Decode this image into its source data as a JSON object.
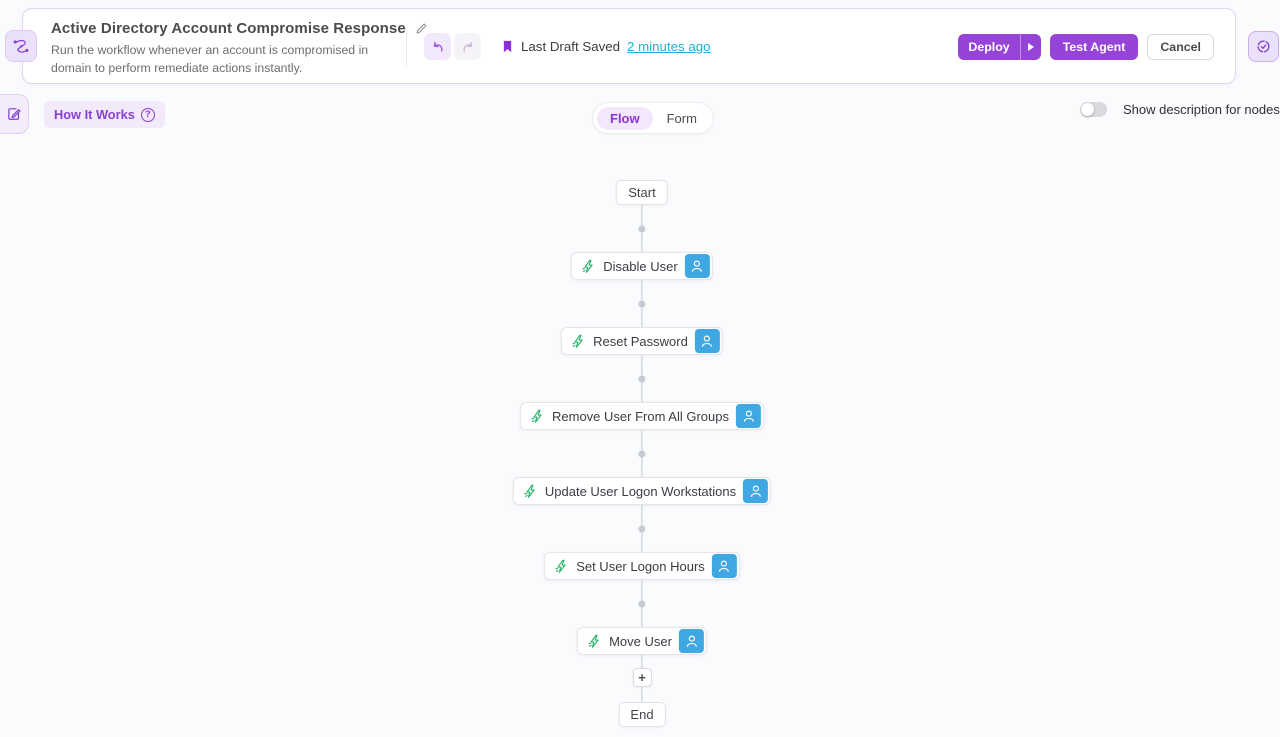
{
  "header": {
    "title": "Active Directory Account Compromise Response",
    "subtitle": "Run the workflow whenever an account is compromised in domain to perform remediate actions instantly.",
    "last_draft_label": "Last Draft Saved",
    "last_draft_time": "2 minutes ago",
    "deploy_label": "Deploy",
    "test_agent_label": "Test Agent",
    "cancel_label": "Cancel"
  },
  "toolbar": {
    "how_it_works_label": "How It Works",
    "question_mark": "?",
    "view_tabs": [
      {
        "label": "Flow"
      },
      {
        "label": "Form"
      }
    ],
    "active_tab": "Flow",
    "show_description_label": "Show description for nodes",
    "show_description_on": false
  },
  "flow": {
    "start_label": "Start",
    "end_label": "End",
    "add_label": "+",
    "nodes": [
      {
        "label": "Disable User"
      },
      {
        "label": "Reset Password"
      },
      {
        "label": "Remove User From All Groups"
      },
      {
        "label": "Update User Logon Workstations"
      },
      {
        "label": "Set User Logon Hours"
      },
      {
        "label": "Move User"
      }
    ]
  },
  "colors": {
    "accent_purple": "#9643d8",
    "accent_purple_light": "#f2eafb",
    "link_teal": "#1fb0d6",
    "action_green": "#2ab06e",
    "badge_blue": "#3fa7e2",
    "connector_grey": "#dcdfe6"
  }
}
